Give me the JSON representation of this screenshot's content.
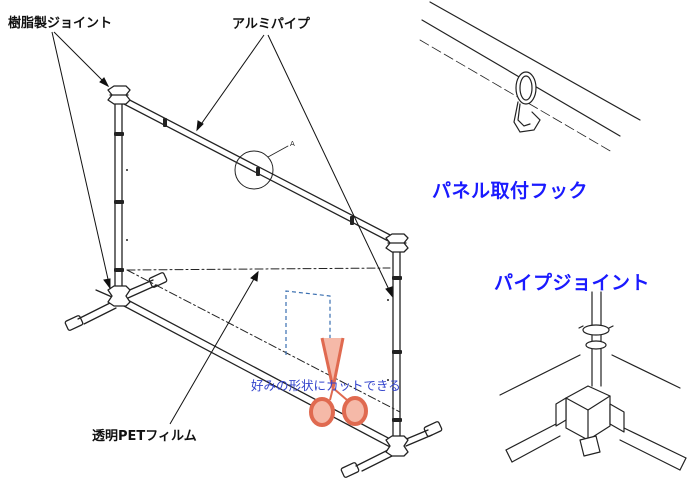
{
  "labels": {
    "resin_joint": "樹脂製ジョイント",
    "aluminum_pipe": "アルミパイプ",
    "clear_pet_film": "透明PETフィルム",
    "cut_hint": "好みの形状にカットできる",
    "detail_marker": "A",
    "panel_hook": "パネル取付フック",
    "pipe_joint": "パイプジョイント"
  },
  "colors": {
    "line": "#222222",
    "blue_label": "#1a1aff",
    "cut_text": "#3344cc",
    "dashed_outline": "#3a6fb0",
    "scissors": "#e06a50"
  }
}
